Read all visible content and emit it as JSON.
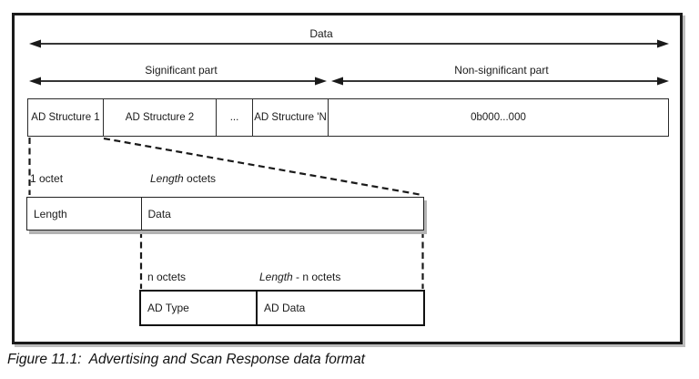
{
  "top_arrows": {
    "data_label": "Data",
    "significant_label": "Significant part",
    "non_significant_label": "Non-significant part"
  },
  "structure_row": {
    "cells": [
      "AD Structure 1",
      "AD Structure 2",
      "...",
      "AD Structure 'N",
      "0b000...000"
    ]
  },
  "ad_structure_detail": {
    "length_size_label": "1 octet",
    "data_size_label_italic": "Length",
    "data_size_label_rest": " octets",
    "cells": [
      "Length",
      "Data"
    ]
  },
  "data_field_detail": {
    "type_size_label": "n octets",
    "addata_size_label_italic": "Length",
    "addata_size_label_rest": " - n octets",
    "cells": [
      "AD Type",
      "AD Data"
    ]
  },
  "caption": "Figure 11.1:  Advertising and Scan Response data format",
  "colors": {
    "line": "#1a1a1a",
    "box_border": "#222222",
    "shadow": "#b3b3b3",
    "background": "#ffffff"
  }
}
